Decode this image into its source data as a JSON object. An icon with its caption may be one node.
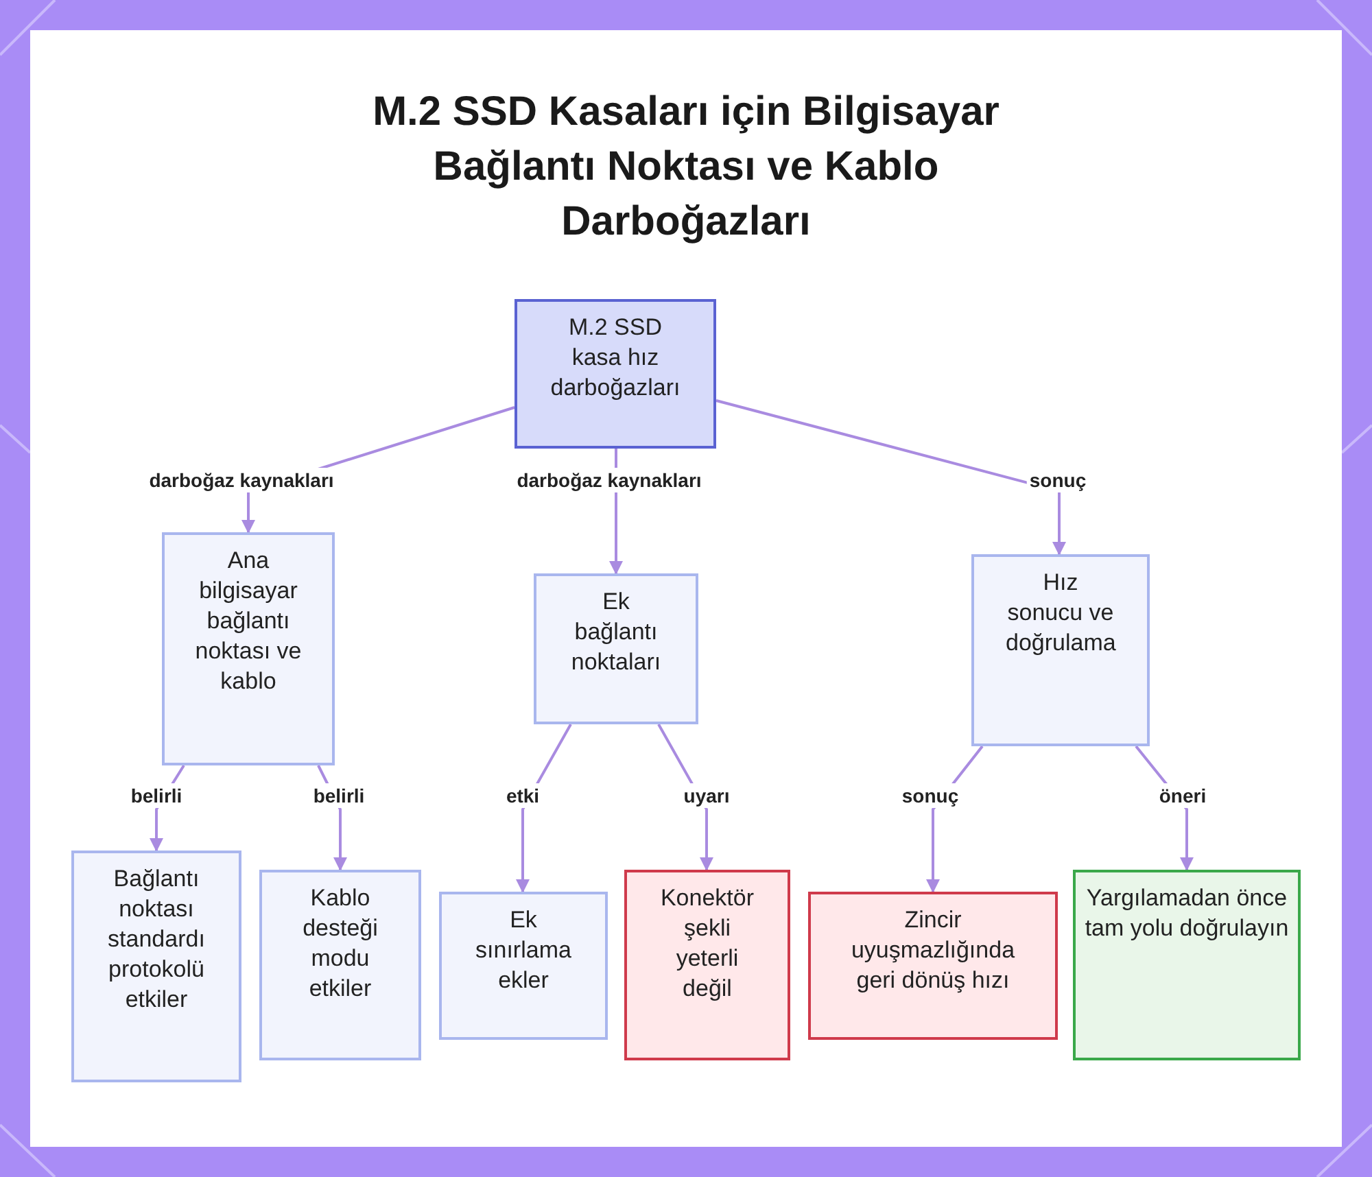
{
  "diagram": {
    "title": "M.2 SSD Kasaları için Bilgisayar Bağlantı Noktası ve Kablo Darboğazları",
    "nodes": [
      {
        "text": [
          "M.2 SSD kasa hız darboğazları"
        ]
      },
      {
        "text": [
          "Ana bilgisayar bağlantı noktası ve kablo"
        ]
      },
      {
        "text": [
          "Ek bağlantı noktaları"
        ]
      },
      {
        "text": [
          "Hız sonucu ve doğrulama"
        ]
      },
      {
        "text": [
          "Bağlantı noktası standardı protokolü etkiler"
        ]
      },
      {
        "text": [
          "Kablo desteği modu etkiler"
        ]
      },
      {
        "text": [
          "Ek sınırlama ekler"
        ]
      },
      {
        "text": [
          "Konektör şekli yeterli değil"
        ]
      },
      {
        "text": [
          "Zincir uyuşmazlığında geri dönüş hızı"
        ]
      },
      {
        "text": [
          "Yargılamadan önce tam yolu doğrulayın"
        ]
      }
    ],
    "edges": [
      {
        "from": 0,
        "to": 1,
        "arrow": "to",
        "label": "darboğaz kaynakları"
      },
      {
        "from": 0,
        "to": 2,
        "arrow": "to",
        "label": "darboğaz kaynakları"
      },
      {
        "from": 0,
        "to": 3,
        "arrow": "to",
        "label": "sonuç"
      },
      {
        "from": 1,
        "to": 4,
        "arrow": "to",
        "label": "belirli"
      },
      {
        "from": 1,
        "to": 5,
        "arrow": "to",
        "label": "belirli"
      },
      {
        "from": 2,
        "to": 6,
        "arrow": "to",
        "label": "etki"
      },
      {
        "from": 2,
        "to": 7,
        "arrow": "to",
        "label": "uyarı"
      },
      {
        "from": 3,
        "to": 8,
        "arrow": "to",
        "label": "sonuç"
      },
      {
        "from": 3,
        "to": 9,
        "arrow": "to",
        "label": "öneri"
      }
    ]
  }
}
